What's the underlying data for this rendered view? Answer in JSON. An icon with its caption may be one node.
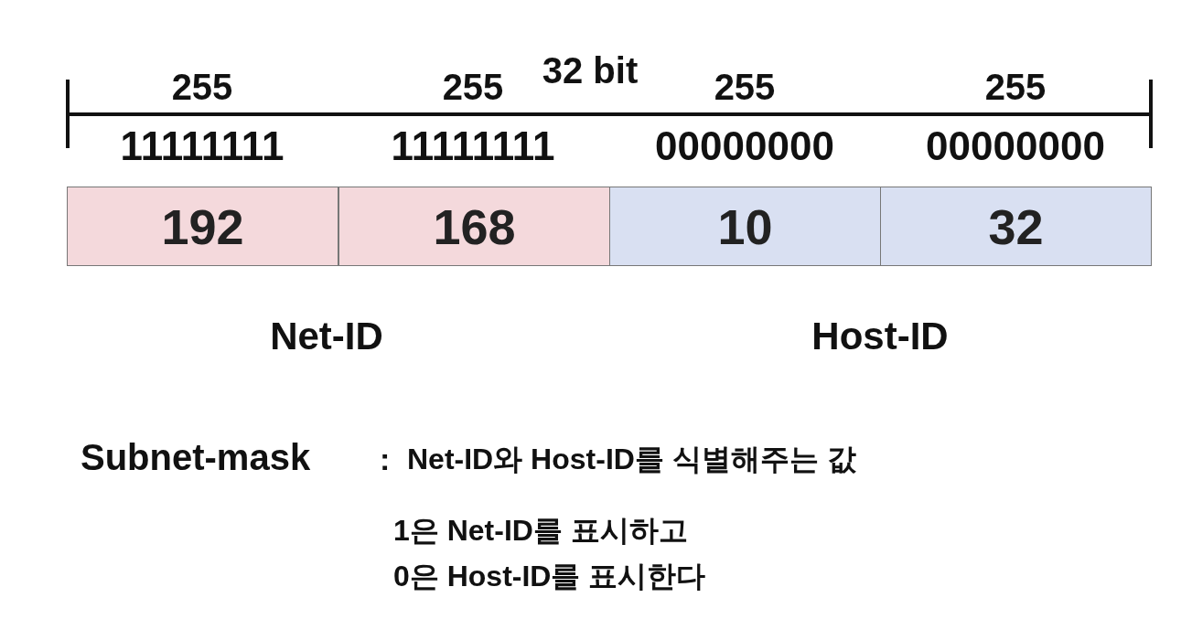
{
  "diagram": {
    "nodes": [
      {
        "text": [
          "192"
        ]
      },
      {
        "text": [
          "168"
        ]
      },
      {
        "text": [
          "10"
        ]
      },
      {
        "text": [
          "32"
        ]
      }
    ],
    "labels": [
      "255",
      "255",
      "32 bit",
      "255",
      "255",
      "11111111",
      "11111111",
      "00000000",
      "00000000",
      "Net-ID",
      "Host-ID",
      "Subnet-mask",
      ":",
      "Net-ID와 Host-ID를 식별해주는 값",
      "1은 Net-ID를 표시하고",
      "0은 Host-ID를 표시한다"
    ]
  }
}
